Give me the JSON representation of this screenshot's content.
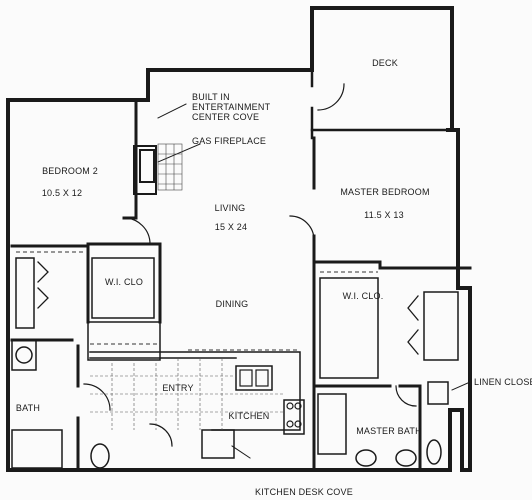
{
  "rooms": {
    "deck": "DECK",
    "bedroom2": "BEDROOM 2",
    "bedroom2_size": "10.5 X 12",
    "living": "LIVING",
    "living_size": "15 X 24",
    "master_bedroom": "MASTER BEDROOM",
    "master_bedroom_size": "11.5 X 13",
    "wi_clo_left": "W.I. CLO",
    "wi_clo_right": "W.I. CLO.",
    "dining": "DINING",
    "entry": "ENTRY",
    "kitchen": "KITCHEN",
    "bath": "BATH",
    "master_bath": "MASTER BATH"
  },
  "callouts": {
    "entertainment": "BUILT IN\nENTERTAINMENT\nCENTER COVE",
    "fireplace": "GAS FIREPLACE",
    "linen": "LINEN CLOSET",
    "desk": "KITCHEN DESK COVE"
  },
  "colors": {
    "wall": "#1a1a1a",
    "line": "#333333",
    "paper": "#fbfbfb"
  }
}
